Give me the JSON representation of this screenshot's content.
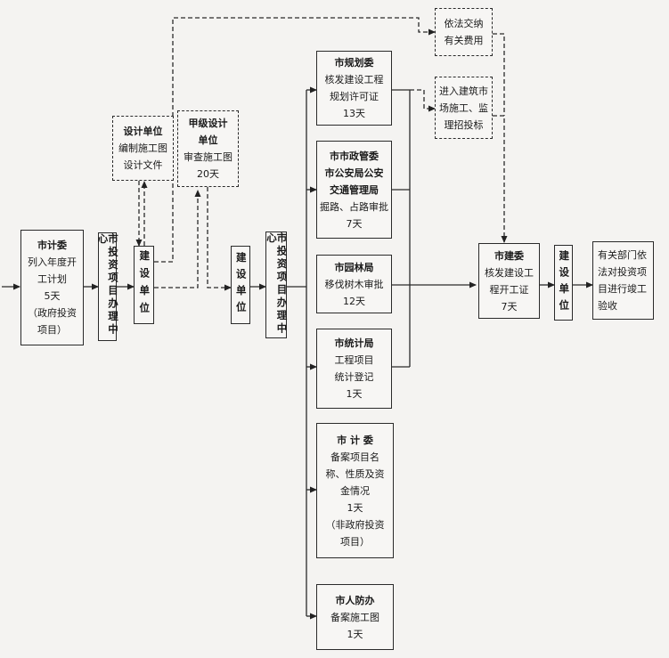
{
  "boxes": {
    "jiwei_plan": {
      "title": "市计委",
      "lines": [
        "列入年度开",
        "工计划",
        "5天",
        "（政府投资",
        "项目）"
      ]
    },
    "center1": {
      "text": "市投资项目办理中心"
    },
    "unit1": {
      "text": "建设单位"
    },
    "design_unit": {
      "title": "设计单位",
      "lines": [
        "编制施工图",
        "设计文件"
      ]
    },
    "grade_a": {
      "title": "甲级设计",
      "lines": [
        "单位",
        "审查施工图",
        "20天"
      ]
    },
    "unit2": {
      "text": "建设单位"
    },
    "center2": {
      "text": "市投资项目办理中心"
    },
    "planning": {
      "title": "市规划委",
      "lines": [
        "核发建设工程",
        "规划许可证",
        "13天"
      ]
    },
    "municipal": {
      "title": "市市政管委",
      "lines": [
        "市公安局公安",
        "交通管理局"
      ],
      "sub": [
        "掘路、占路审批",
        "7天"
      ]
    },
    "garden": {
      "title": "市园林局",
      "lines": [
        "移伐树木审批",
        "12天"
      ]
    },
    "stats": {
      "title": "市统计局",
      "lines": [
        "工程项目",
        "统计登记",
        "1天"
      ]
    },
    "jiwei_record": {
      "title": "市 计 委",
      "lines": [
        "备案项目名",
        "称、性质及资",
        "金情况",
        "1天",
        "（非政府投资",
        "项目）"
      ]
    },
    "civil_def": {
      "title": "市人防办",
      "lines": [
        "备案施工图",
        "1天"
      ]
    },
    "fees": {
      "lines": [
        "依法交纳",
        "有关费用"
      ]
    },
    "market": {
      "lines": [
        "进入建筑市",
        "场施工、监",
        "理招投标"
      ]
    },
    "construction": {
      "title": "市建委",
      "lines": [
        "核发建设工",
        "程开工证",
        "7天"
      ]
    },
    "unit3": {
      "text": "建设单位"
    },
    "acceptance": {
      "lines": [
        "有关部门依",
        "法对投资项",
        "目进行竣工",
        "验收"
      ]
    }
  }
}
